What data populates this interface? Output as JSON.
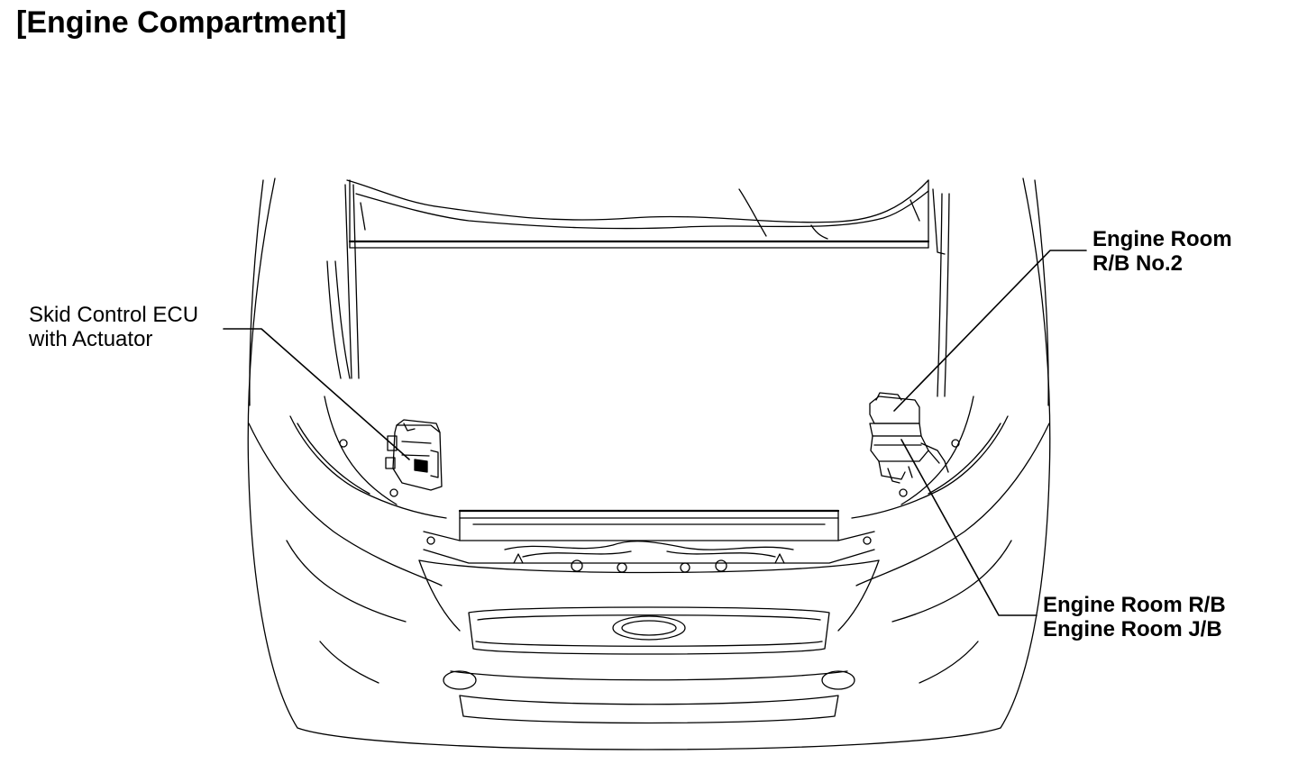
{
  "title": "[Engine Compartment]",
  "callouts": {
    "skid_control": {
      "line1": "Skid Control ECU",
      "line2": "with Actuator"
    },
    "rb_no2": {
      "line1": "Engine Room",
      "line2": "R/B No.2"
    },
    "rb_jb": {
      "line1": "Engine Room R/B",
      "line2": "Engine Room J/B"
    }
  }
}
